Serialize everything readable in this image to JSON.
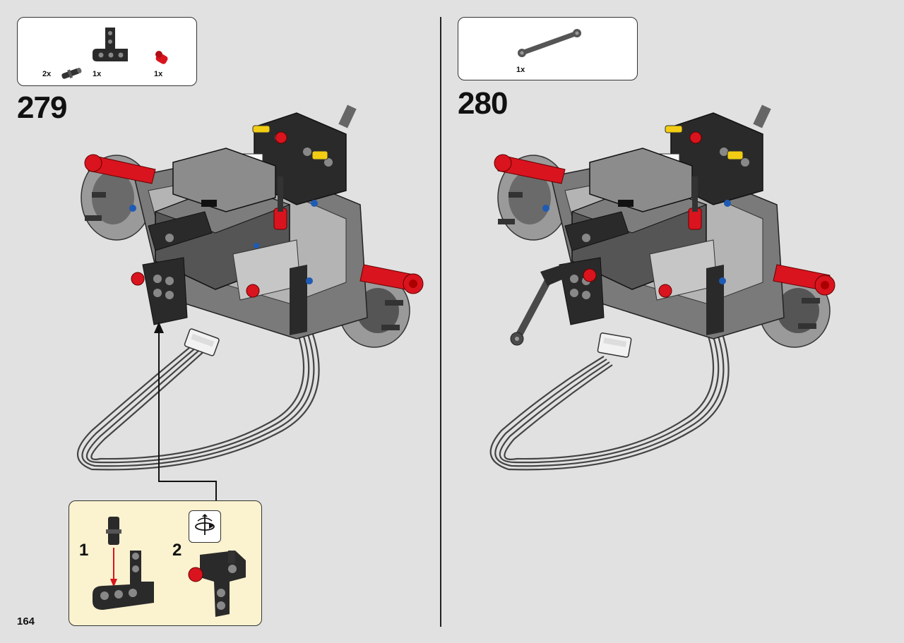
{
  "page": {
    "number": "164"
  },
  "steps": [
    {
      "number": "279",
      "parts": [
        {
          "qty": "2x",
          "icon": "axle-pin-icon",
          "color": "#333333"
        },
        {
          "qty": "1x",
          "icon": "t-beam-icon",
          "color": "#2a2a2a"
        },
        {
          "qty": "1x",
          "icon": "red-pin-icon",
          "color": "#d9141e"
        }
      ],
      "sub_steps": [
        {
          "number": "1"
        },
        {
          "number": "2"
        }
      ],
      "rotate_icon": "rotate-model-icon"
    },
    {
      "number": "280",
      "parts": [
        {
          "qty": "1x",
          "icon": "link-bar-icon",
          "color": "#555555"
        }
      ]
    }
  ],
  "colors": {
    "background": "#e1e1e1",
    "callout": "#fbf2cf",
    "red": "#d9141e",
    "black_part": "#2a2a2a",
    "grey_part": "#9a9a9a",
    "yellow": "#f2cd13",
    "blue": "#1e5bb5"
  }
}
